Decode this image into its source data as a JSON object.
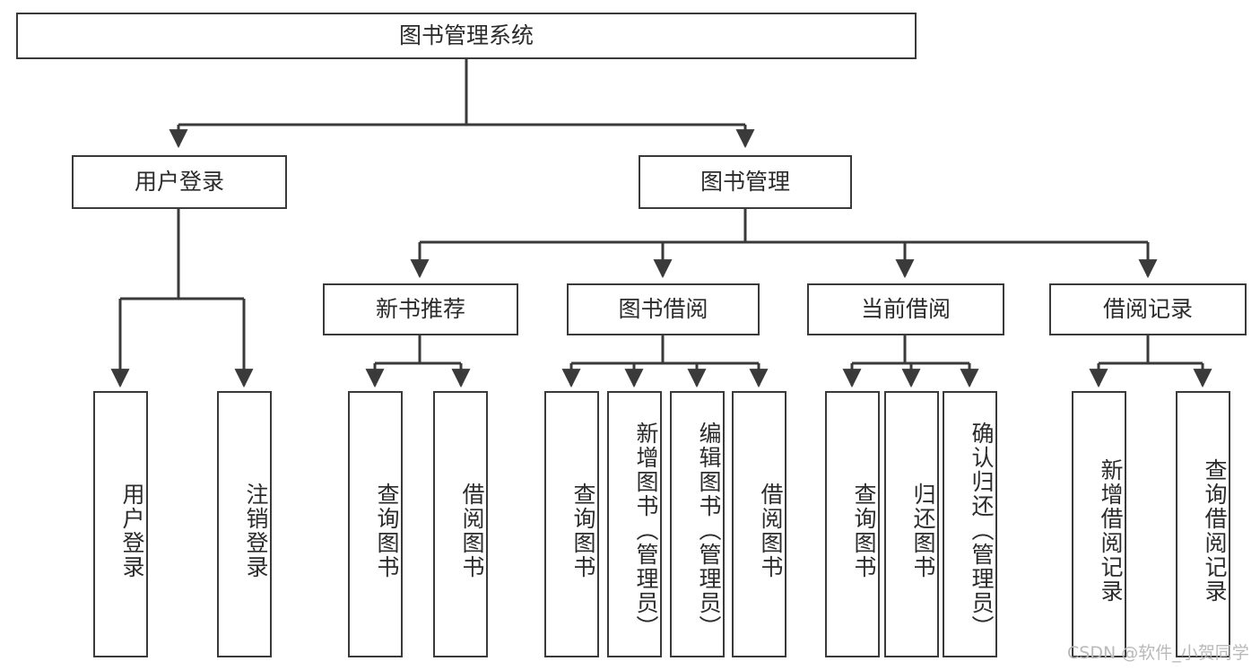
{
  "diagram": {
    "title": "图书管理系统",
    "type": "tree",
    "watermark": "CSDN @软件_小贺同学",
    "colors": {
      "box_border": "#3a3a3a",
      "box_fill": "#ffffff",
      "edge": "#3a3a3a",
      "text": "#2b2b2b",
      "background": "#ffffff",
      "watermark": "#b9b9b9"
    }
  },
  "nodes": {
    "root": {
      "label": "图书管理系统",
      "level": 1
    },
    "level2": [
      {
        "id": "user-login",
        "label": "用户登录"
      },
      {
        "id": "book-manage",
        "label": "图书管理"
      }
    ],
    "level3": [
      {
        "id": "new-book-recommend",
        "label": "新书推荐"
      },
      {
        "id": "book-borrow",
        "label": "图书借阅"
      },
      {
        "id": "current-borrow",
        "label": "当前借阅"
      },
      {
        "id": "borrow-record",
        "label": "借阅记录"
      }
    ],
    "leaves": {
      "user-login": [
        {
          "id": "leaf-user-login",
          "label": "用户登录"
        },
        {
          "id": "leaf-user-logout",
          "label": "注销登录"
        }
      ],
      "new-book-recommend": [
        {
          "id": "leaf-query-book-1",
          "label": "查询图书"
        },
        {
          "id": "leaf-borrow-book-1",
          "label": "借阅图书"
        }
      ],
      "book-borrow": [
        {
          "id": "leaf-query-book-2",
          "label": "查询图书"
        },
        {
          "id": "leaf-add-book",
          "label": "新增图书（管理员）"
        },
        {
          "id": "leaf-edit-book",
          "label": "编辑图书（管理员）"
        },
        {
          "id": "leaf-borrow-book-2",
          "label": "借阅图书"
        }
      ],
      "current-borrow": [
        {
          "id": "leaf-query-book-3",
          "label": "查询图书"
        },
        {
          "id": "leaf-return-book",
          "label": "归还图书"
        },
        {
          "id": "leaf-confirm-return",
          "label": "确认归还（管理员）"
        }
      ],
      "borrow-record": [
        {
          "id": "leaf-add-record",
          "label": "新增借阅记录"
        },
        {
          "id": "leaf-query-record",
          "label": "查询借阅记录"
        }
      ]
    }
  }
}
